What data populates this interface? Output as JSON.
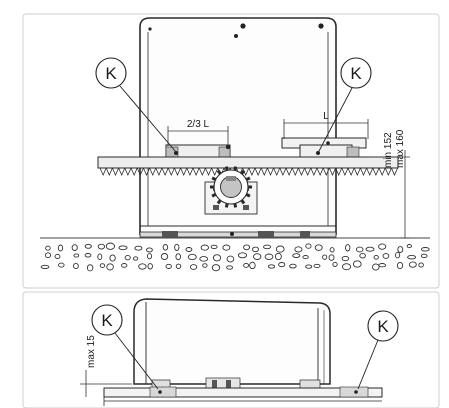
{
  "callouts": {
    "top_left": "K",
    "top_right": "K",
    "bottom_left": "K",
    "bottom_right": "K"
  },
  "dimensions": {
    "two_thirds": "2/3 L",
    "full": "L",
    "min_height": "min 152",
    "max_height": "max 160",
    "max_gap": "max 15"
  }
}
